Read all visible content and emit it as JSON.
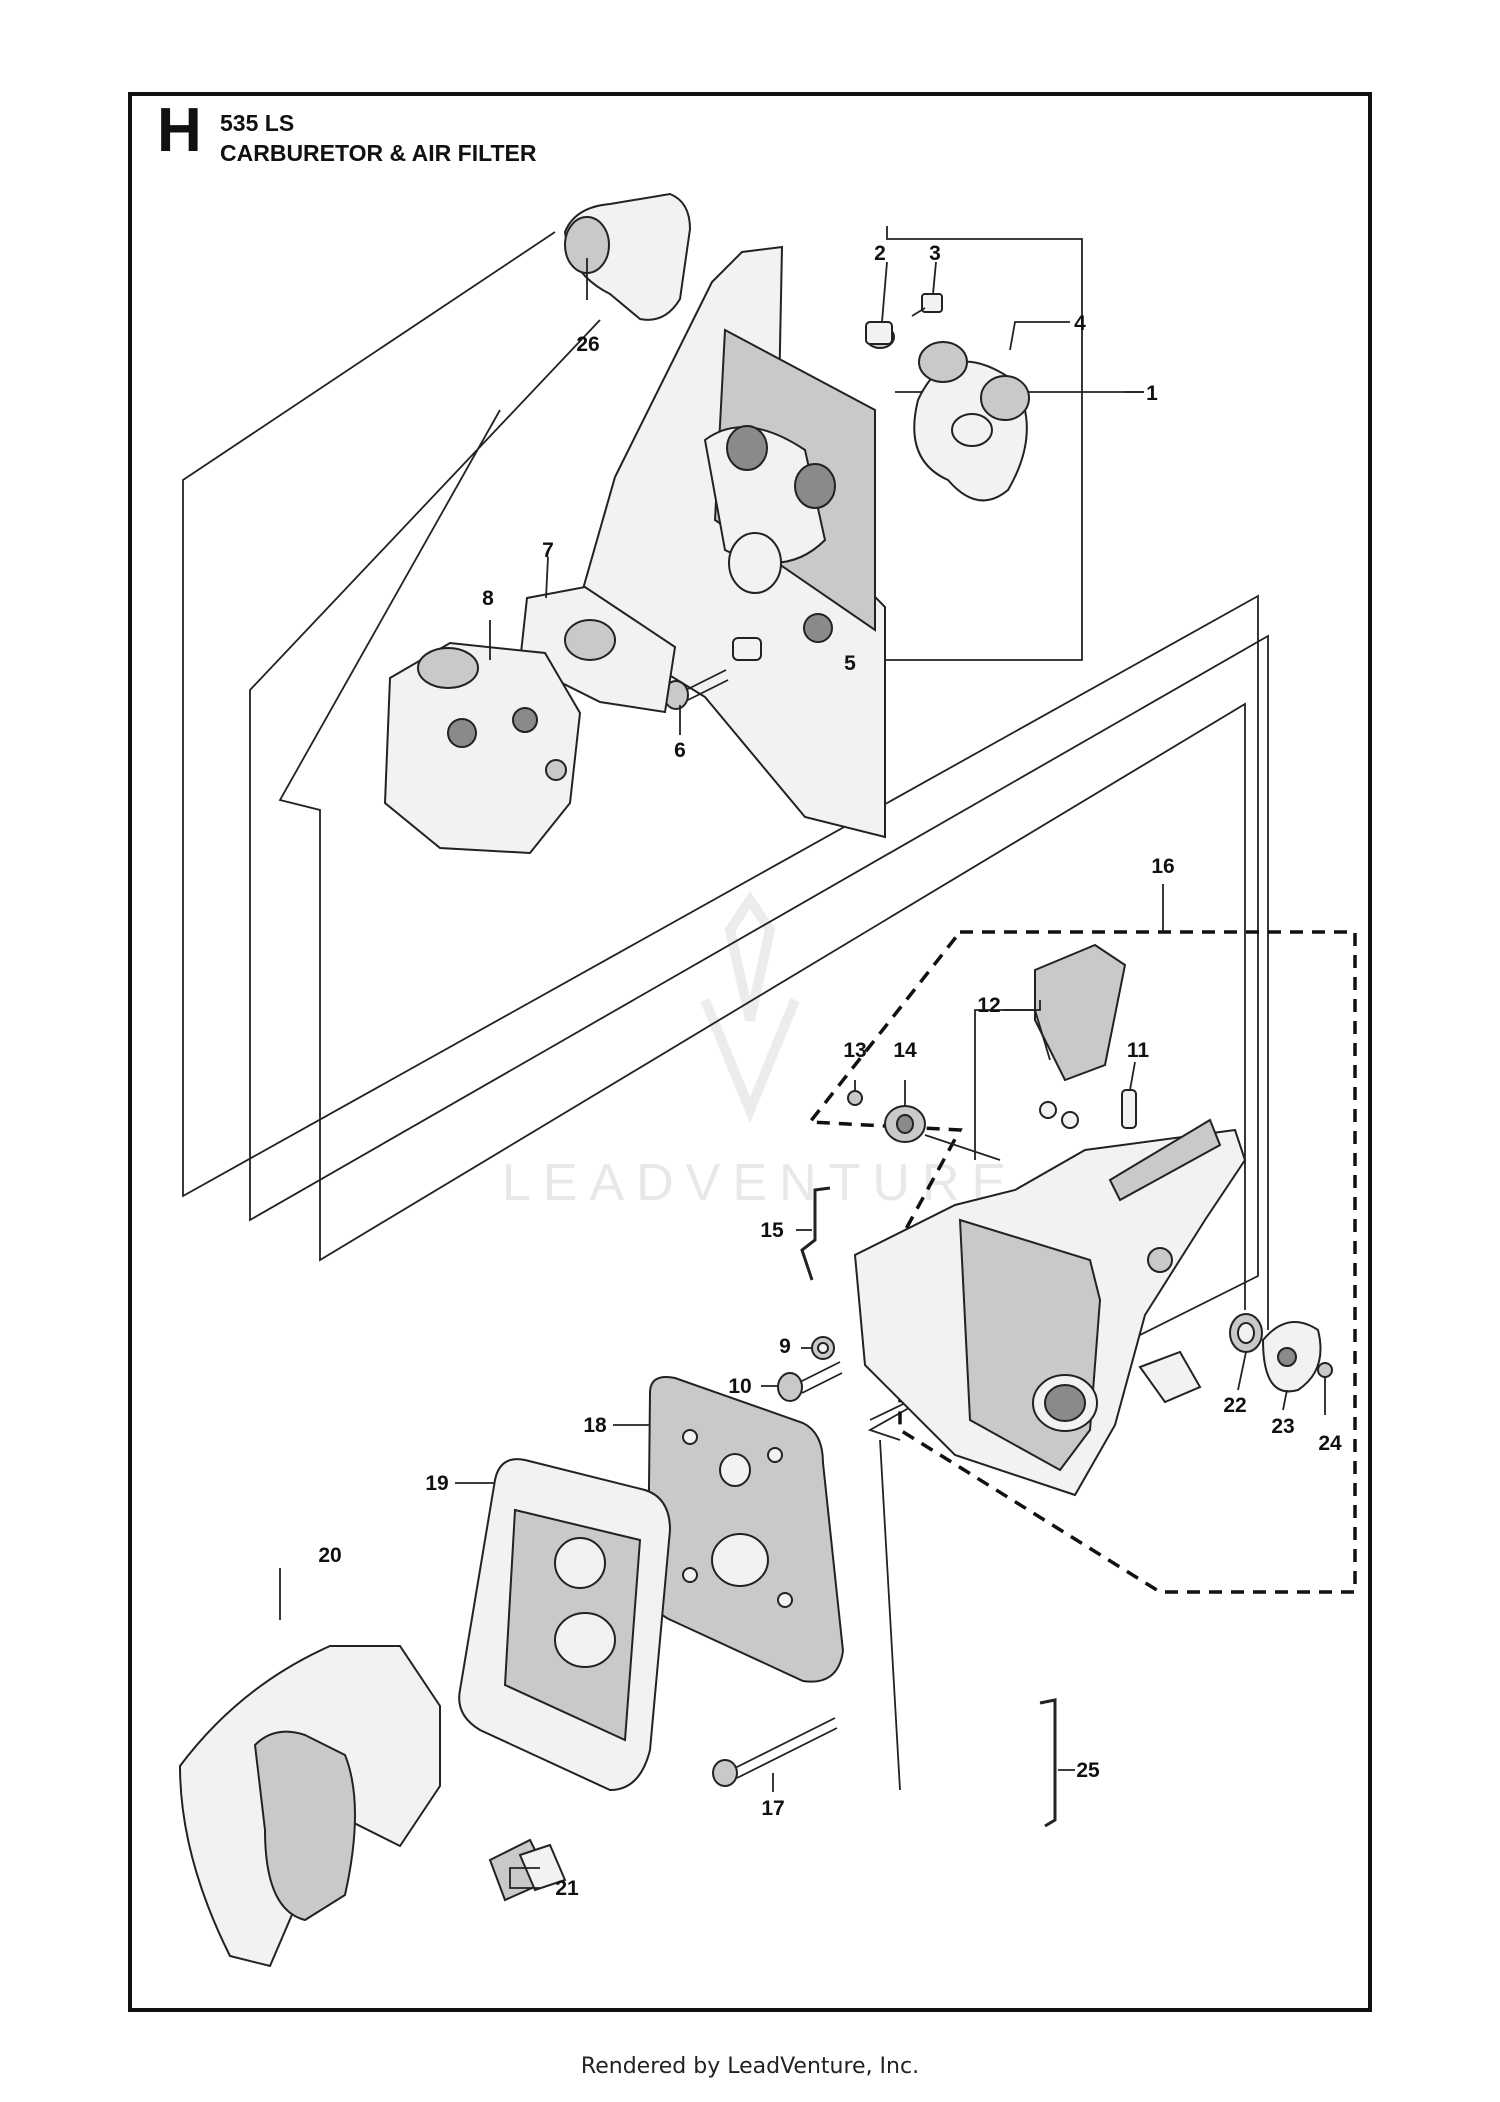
{
  "header": {
    "section_letter": "H",
    "model": "535 LS",
    "title": "CARBURETOR & AIR FILTER"
  },
  "callouts": [
    "1",
    "2",
    "3",
    "4",
    "5",
    "6",
    "7",
    "8",
    "9",
    "10",
    "11",
    "12",
    "13",
    "14",
    "15",
    "16",
    "17",
    "18",
    "19",
    "20",
    "21",
    "22",
    "23",
    "24",
    "25",
    "26"
  ],
  "watermark": "LEADVENTURE",
  "footer": "Rendered by LeadVenture, Inc."
}
